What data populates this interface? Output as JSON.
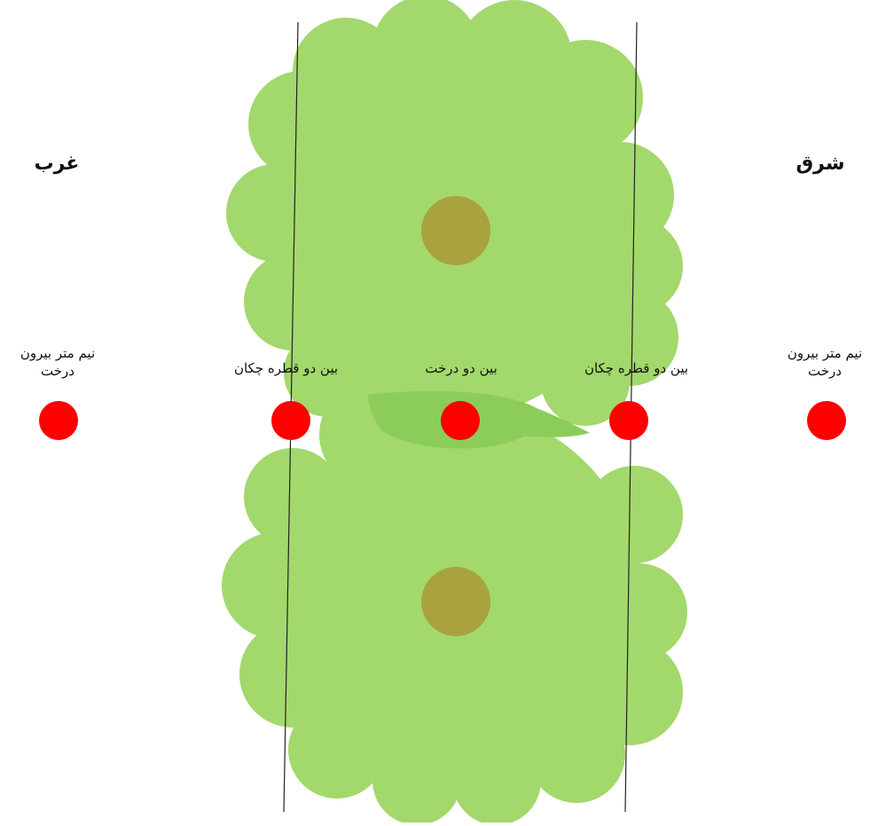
{
  "labels": {
    "west": "غرب",
    "east": "شرق",
    "half_meter_outside_west": "نیم متر بیرون درخت",
    "half_meter_outside_east": "نیم متر بیرون درخت",
    "drip_line_west": "بین دو قطره چکان",
    "drip_line_east": "بین دو قطره چکان",
    "between_trees": "بین دو درخت"
  },
  "colors": {
    "canopy": "#a3d86c",
    "canopy_overlap": "#8ccd5a",
    "trunk": "#a8a33f",
    "sample_point": "#ff0000",
    "drip_line": "#222222"
  }
}
